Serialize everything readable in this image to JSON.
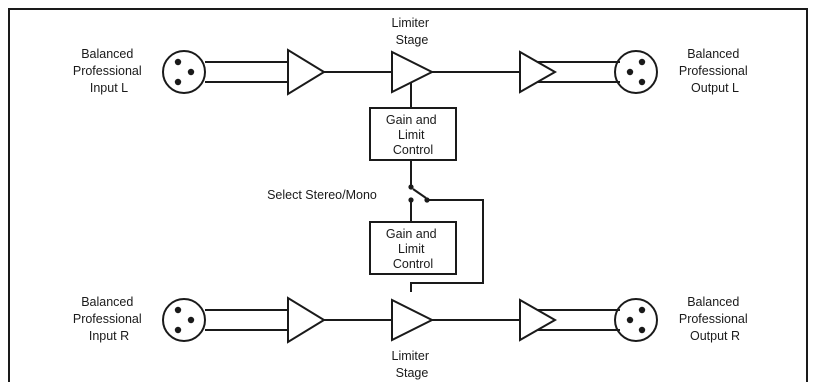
{
  "labels": {
    "input_l": [
      "Balanced",
      "Professional",
      "Input L"
    ],
    "input_r": [
      "Balanced",
      "Professional",
      "Input R"
    ],
    "output_l": [
      "Balanced",
      "Professional",
      "Output L"
    ],
    "output_r": [
      "Balanced",
      "Professional",
      "Output R"
    ],
    "limiter_top": [
      "Limiter",
      "Stage"
    ],
    "limiter_bottom": [
      "Limiter",
      "Stage"
    ],
    "control_top": [
      "Gain and",
      "Limit",
      "Control"
    ],
    "control_bottom": [
      "Gain and",
      "Limit",
      "Control"
    ],
    "switch": "Select Stereo/Mono"
  },
  "colors": {
    "line": "#1a1a1a",
    "background": "#ffffff"
  },
  "icons": {
    "connector": "xlr-connector-icon",
    "amplifier": "amplifier-triangle-icon",
    "switch": "spdt-switch-icon"
  }
}
